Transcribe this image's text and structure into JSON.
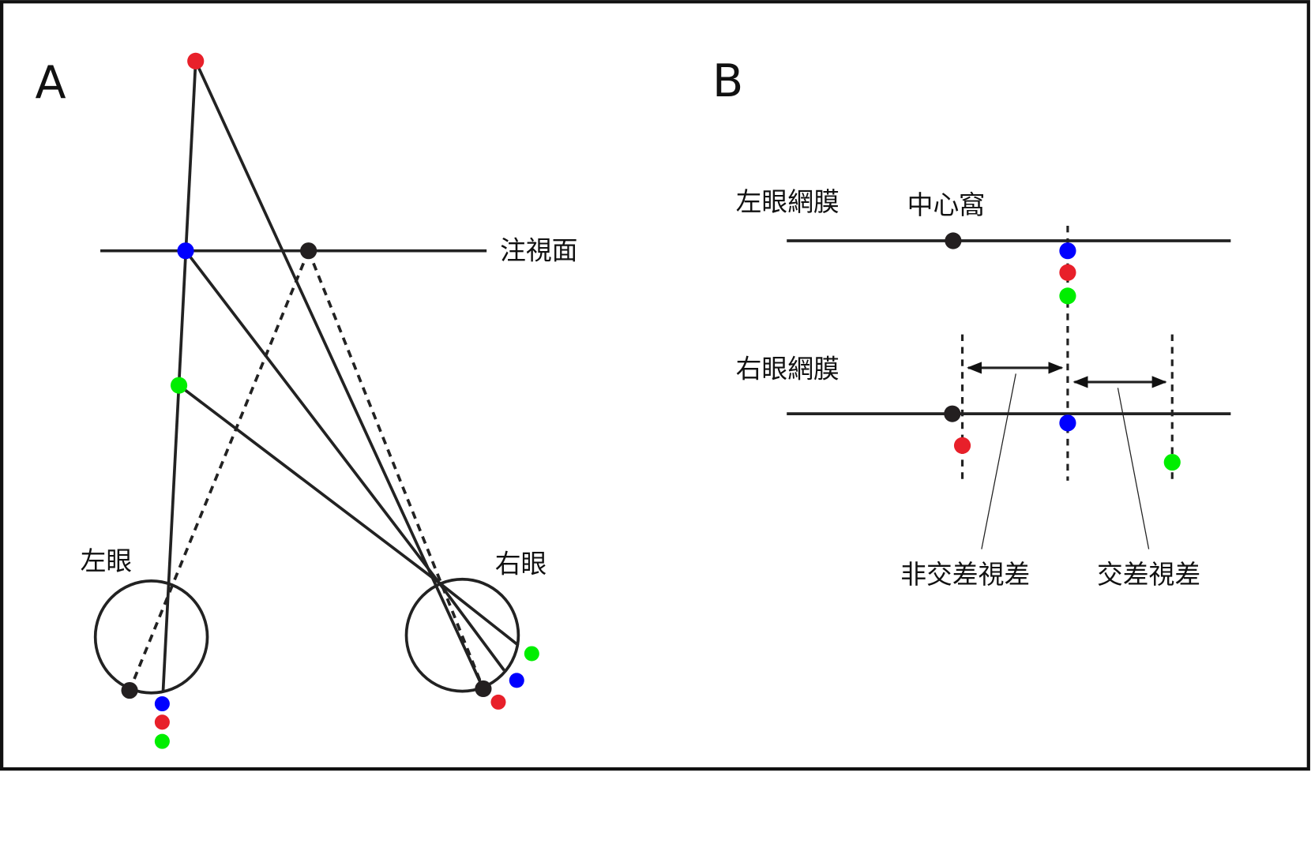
{
  "panel_a": {
    "label": "A",
    "fixation_plane": "注視面",
    "left_eye": "左眼",
    "right_eye": "右眼"
  },
  "panel_b": {
    "label": "B",
    "left_retina": "左眼網膜",
    "right_retina": "右眼網膜",
    "fovea": "中心窩",
    "uncrossed_disparity": "非交差視差",
    "crossed_disparity": "交差視差"
  },
  "colors": {
    "red": "#e8202a",
    "blue": "#0000ff",
    "green": "#00ee00",
    "black": "#231f20"
  }
}
